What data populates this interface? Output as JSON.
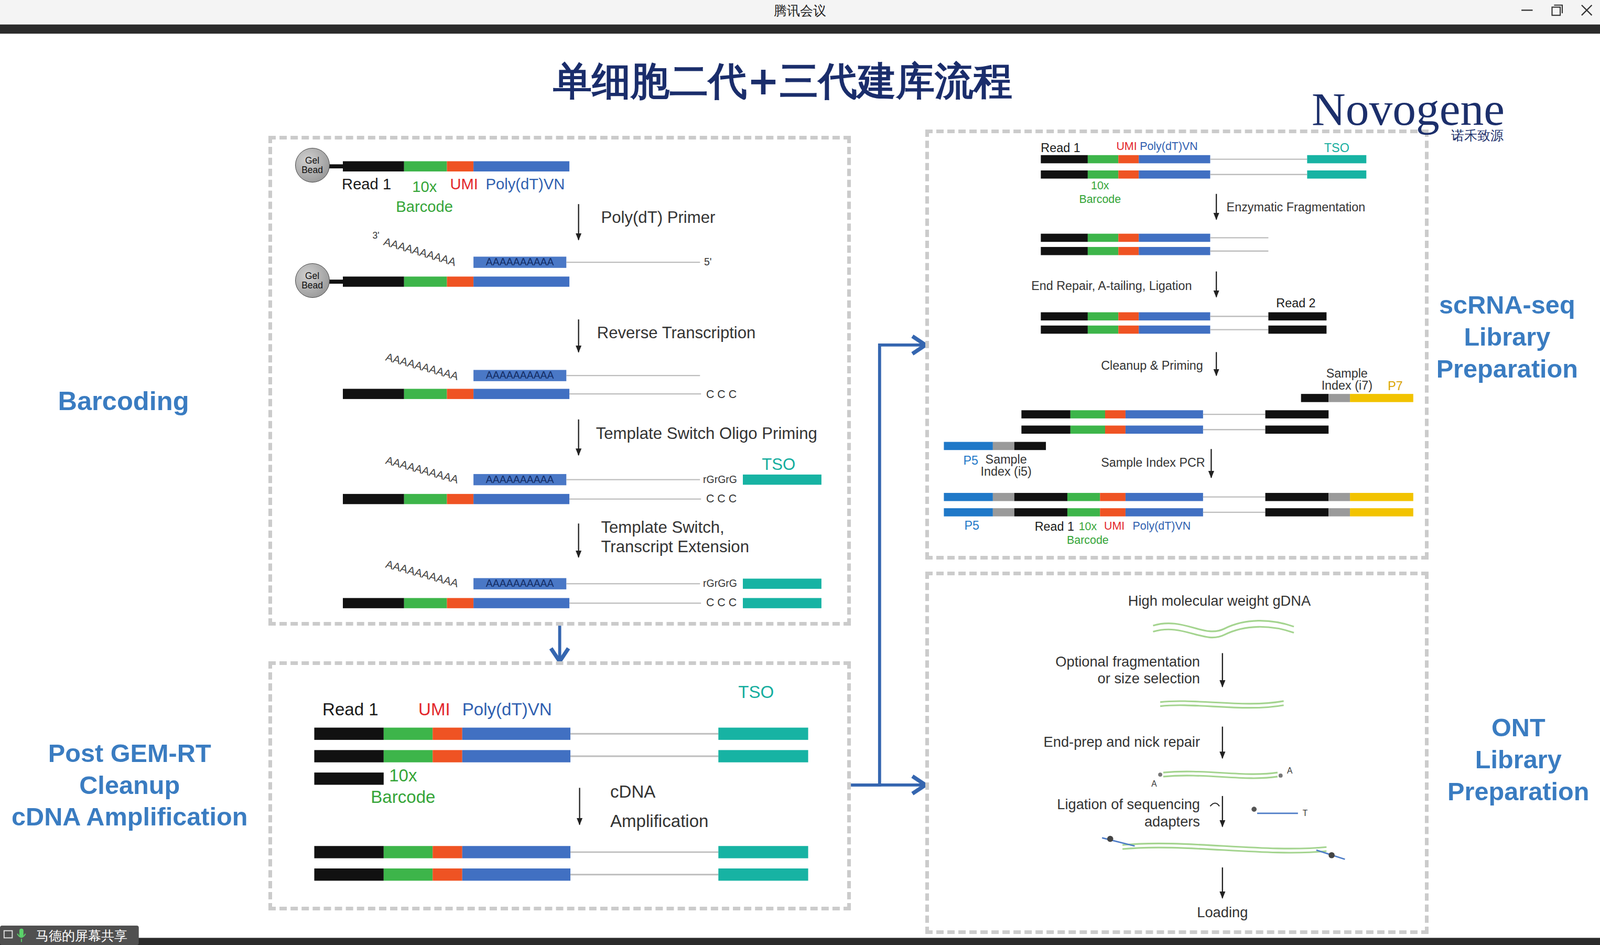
{
  "diagram": {
    "title": "单细胞二代+三代建库流程",
    "nodes": [
      {
        "text": [
          "Barcoding"
        ]
      },
      {
        "text": [
          "Gel Bead"
        ],
        "in": 0
      },
      {
        "text": [
          "Gel Bead"
        ],
        "in": 0
      },
      {
        "text": [
          "Post GEM-RT Cleanup",
          "cDNA Amplification"
        ]
      },
      {
        "text": [
          "scRNA-seq Library Preparation"
        ]
      },
      {
        "text": [
          "ONT Library Preparation"
        ]
      }
    ],
    "edges": [
      {
        "from": 0,
        "to": 3,
        "arrow": "to"
      },
      {
        "from": 3,
        "to": 4,
        "arrow": "to"
      },
      {
        "from": 3,
        "to": 5,
        "arrow": "to"
      }
    ],
    "labels": [
      "腾讯会议",
      "Novogene",
      "诺禾致源",
      "Read 1",
      "10x Barcode",
      "UMI",
      "Poly(dT)VN",
      "Poly(dT) Primer",
      "3'",
      "AAAAAAAAAA",
      "AAAAAAAAAA",
      "5'",
      "Reverse Transcription",
      "AAAAAAAAAA",
      "AAAAAAAAAA",
      "C C C",
      "Template Switch Oligo Priming",
      "AAAAAAAAAA",
      "AAAAAAAAAA",
      "rGrGrG",
      "TSO",
      "C C C",
      "Template Switch, Transcript Extension",
      "AAAAAAAAAA",
      "AAAAAAAAAA",
      "rGrGrG",
      "C C C",
      "Read 1",
      "UMI",
      "Poly(dT)VN",
      "TSO",
      "10x Barcode",
      "cDNA Amplification",
      "Read 1",
      "UMI",
      "Poly(dT)VN",
      "TSO",
      "10x Barcode",
      "Enzymatic Fragmentation",
      "End Repair, A-tailing, Ligation",
      "Read 2",
      "Cleanup & Priming",
      "Sample Index (i7)",
      "P7",
      "P5",
      "Sample Index (i5)",
      "Sample Index PCR",
      "P5",
      "Read 1",
      "10x Barcode",
      "UMI",
      "Poly(dT)VN",
      "High molecular weight gDNA",
      "Optional fragmentation or size selection",
      "End-prep and nick repair",
      "A",
      "A",
      "Ligation of sequencing adapters",
      "T",
      "Loading",
      "马德的屏幕共享"
    ]
  }
}
